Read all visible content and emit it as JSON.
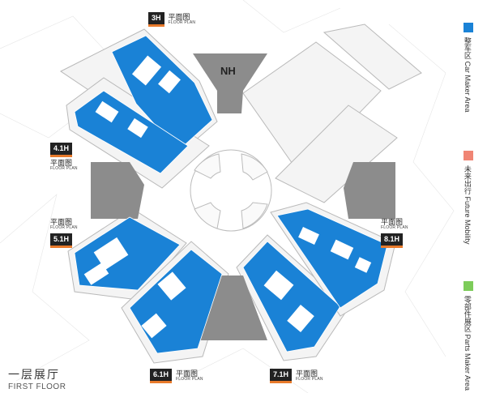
{
  "colors": {
    "car": "#1a82d6",
    "future": "#f08574",
    "parts": "#7dcc5a"
  },
  "halls": {
    "h3": {
      "badge": "3H",
      "cn": "平面图",
      "en": "FLOOR PLAN"
    },
    "h41": {
      "badge": "4.1H",
      "cn": "平面图",
      "en": "FLOOR PLAN"
    },
    "h51": {
      "badge": "5.1H",
      "cn": "平面图",
      "en": "FLOOR PLAN"
    },
    "h61": {
      "badge": "6.1H",
      "cn": "平面图",
      "en": "FLOOR PLAN"
    },
    "h71": {
      "badge": "7.1H",
      "cn": "平面图",
      "en": "FLOOR PLAN"
    },
    "h81": {
      "badge": "8.1H",
      "cn": "平面图",
      "en": "FLOOR PLAN"
    }
  },
  "nh_label": "NH",
  "floor": {
    "cn": "一层展厅",
    "en": "FIRST FLOOR"
  },
  "legend": [
    {
      "cn": "整车区",
      "en": "Car Maker Area"
    },
    {
      "cn": "未来出行",
      "en": "Future Mobility"
    },
    {
      "cn": "零部件展区",
      "en": "Parts Maker Area"
    }
  ]
}
